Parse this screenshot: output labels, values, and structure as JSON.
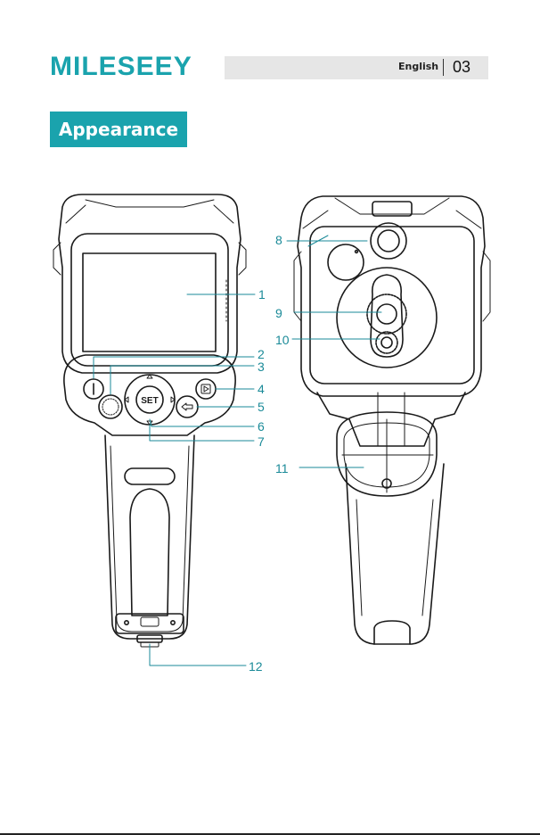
{
  "header": {
    "brand": "MILESEEY",
    "language": "English",
    "page_number": "03"
  },
  "section_title": "Appearance",
  "callouts": {
    "c1": "1",
    "c2": "2",
    "c3": "3",
    "c4": "4",
    "c5": "5",
    "c6": "6",
    "c7": "7",
    "c8": "8",
    "c9": "9",
    "c10": "10",
    "c11": "11",
    "c12": "12"
  },
  "device_labels": {
    "set_button": "SET"
  },
  "colors": {
    "brand": "#1aa3ad",
    "callout": "#1a8a98",
    "header_bar": "#e6e6e6"
  }
}
